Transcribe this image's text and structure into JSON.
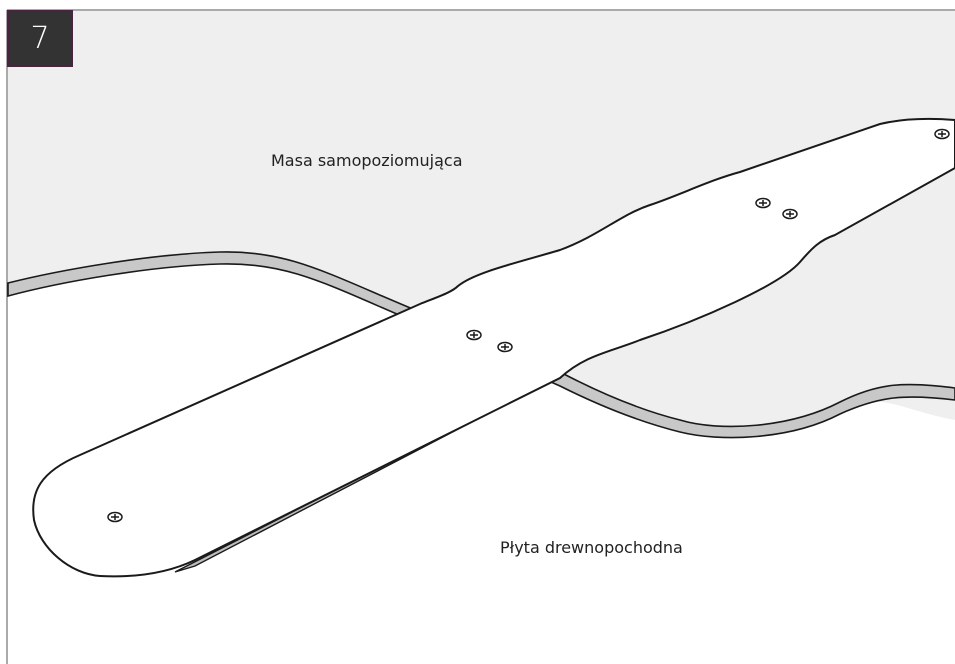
{
  "step": {
    "number": "7"
  },
  "labels": {
    "leveling_compound": "Masa samopoziomująca",
    "wood_board": "Płyta drewnopochodna"
  },
  "icons": {
    "screw": "phillips-screw-head"
  },
  "colors": {
    "compound_surface": "#efefef",
    "board_surface": "#ffffff",
    "board_edge": "#c8c8c8",
    "outline": "#1a1a1a",
    "badge_background": "#333333",
    "badge_border": "#4a2340"
  }
}
